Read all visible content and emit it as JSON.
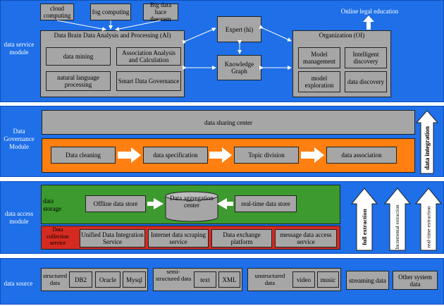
{
  "service": {
    "label": "data service module",
    "cloud": "cloud computing",
    "fog": "fog computing",
    "bigdata": "Big data hace theorem",
    "ai_title": "Data Brain Data Analysis and Processing (AI)",
    "ai_items": [
      "data mining",
      "Association Analysis and Calculation",
      "natural language processing",
      "Smart Data Governance"
    ],
    "expert": "Expert (hi)",
    "kg": "Knowledge Graph",
    "online": "Online legal education",
    "org_title": "Organization (OI)",
    "org_items": [
      "Model management",
      "Intelligent discovery",
      "model exploration",
      "data discovery"
    ]
  },
  "governance": {
    "label": "Data Governance Module",
    "sharing": "data sharing center",
    "steps": [
      "Data cleaning",
      "data specification",
      "Topic division",
      "data association"
    ],
    "integration": "data integration"
  },
  "access": {
    "label": "data access module",
    "storage_label": "data storage",
    "offline": "Offline data store",
    "center": "Data aggregation center",
    "realtime": "real-time data store",
    "collection_label": "Data collection service",
    "services": [
      "Unified Data Integration Service",
      "Internet data scraping service",
      "Data exchange platform",
      "message data access service"
    ],
    "extractions": [
      "full extraction",
      "Incremental extraction",
      "real-time extraction"
    ]
  },
  "source": {
    "label": "data source",
    "structured": "structured data",
    "db": [
      "DB2",
      "Oracle",
      "Mysql"
    ],
    "semi": "semi-structured data",
    "semi_items": [
      "text",
      "XML"
    ],
    "unstructured": "unstructured data",
    "unstructured_items": [
      "video",
      "music"
    ],
    "streaming": "streaming data",
    "other": "Other system data"
  },
  "colors": {
    "band_blue": "#1e6fe8",
    "gray": "#a6a6a6",
    "orange": "#ff7f10",
    "green": "#3c9a2e",
    "red": "#d42a20"
  }
}
